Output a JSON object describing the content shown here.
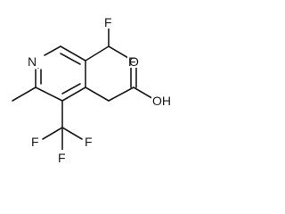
{
  "molecule": {
    "atoms": {
      "nitrogen": "N",
      "f_chf2_top": "F",
      "f_chf2_right": "F",
      "carbonyl_o": "O",
      "hydroxyl": "OH",
      "f_cf3_left": "F",
      "f_cf3_right": "F",
      "f_cf3_bottom": "F"
    }
  }
}
